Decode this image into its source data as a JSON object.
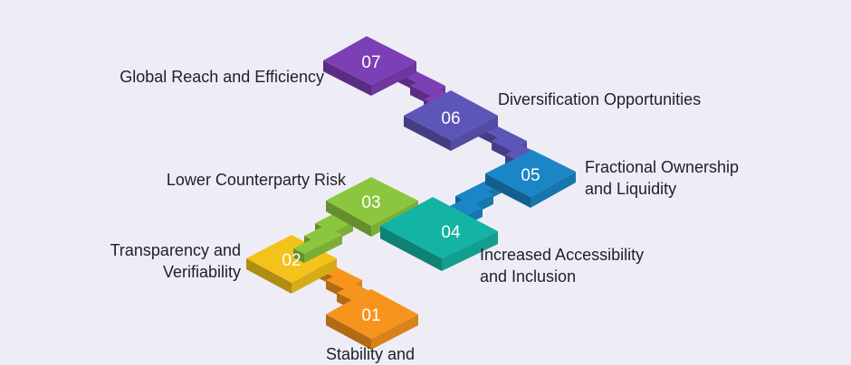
{
  "steps": [
    {
      "num": "01",
      "label": [
        "Stability and"
      ],
      "color": "#f7941d"
    },
    {
      "num": "02",
      "label": [
        "Transparency and",
        "Verifiability"
      ],
      "color": "#f3c21b"
    },
    {
      "num": "03",
      "label": [
        "Lower Counterparty Risk"
      ],
      "color": "#8cc63f"
    },
    {
      "num": "04",
      "label": [
        "Increased Accessibility",
        "and Inclusion"
      ],
      "color": "#13b4a3"
    },
    {
      "num": "05",
      "label": [
        "Fractional Ownership",
        "and Liquidity"
      ],
      "color": "#1b86c6"
    },
    {
      "num": "06",
      "label": [
        "Diversification Opportunities"
      ],
      "color": "#5d56b8"
    },
    {
      "num": "07",
      "label": [
        "Global Reach and Efficiency"
      ],
      "color": "#7d3fb5"
    }
  ]
}
